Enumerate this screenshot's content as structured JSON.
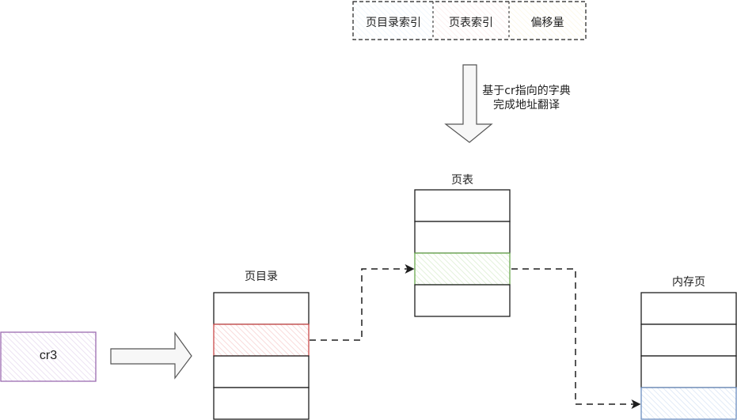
{
  "diagram": {
    "address_fields": [
      {
        "label": "页目录索引",
        "color": "#a5c8f0",
        "fill": "#eef5fd"
      },
      {
        "label": "页表索引",
        "color": "#f0a5a5",
        "fill": "#fdeeee"
      },
      {
        "label": "偏移量",
        "color": "#f5dc8c",
        "fill": "#fdf8e6"
      }
    ],
    "translation_note": {
      "line1": "基于cr指向的字典",
      "line2": "完成地址翻译"
    },
    "cr3": {
      "label": "cr3",
      "stroke": "#9c6bb0",
      "fill": "#e8dcf0"
    },
    "page_directory": {
      "title": "页目录",
      "entries": 4,
      "highlight_index": 1,
      "highlight_stroke": "#c94a4a",
      "highlight_fill": "#f8d2d2"
    },
    "page_table": {
      "title": "页表",
      "entries": 4,
      "highlight_index": 2,
      "highlight_stroke": "#6aa84f",
      "highlight_fill": "#dcefd2"
    },
    "memory_page": {
      "title": "内存页",
      "entries": 4,
      "highlight_index": 3,
      "highlight_stroke": "#6c8ebf",
      "highlight_fill": "#dae6f5"
    }
  }
}
